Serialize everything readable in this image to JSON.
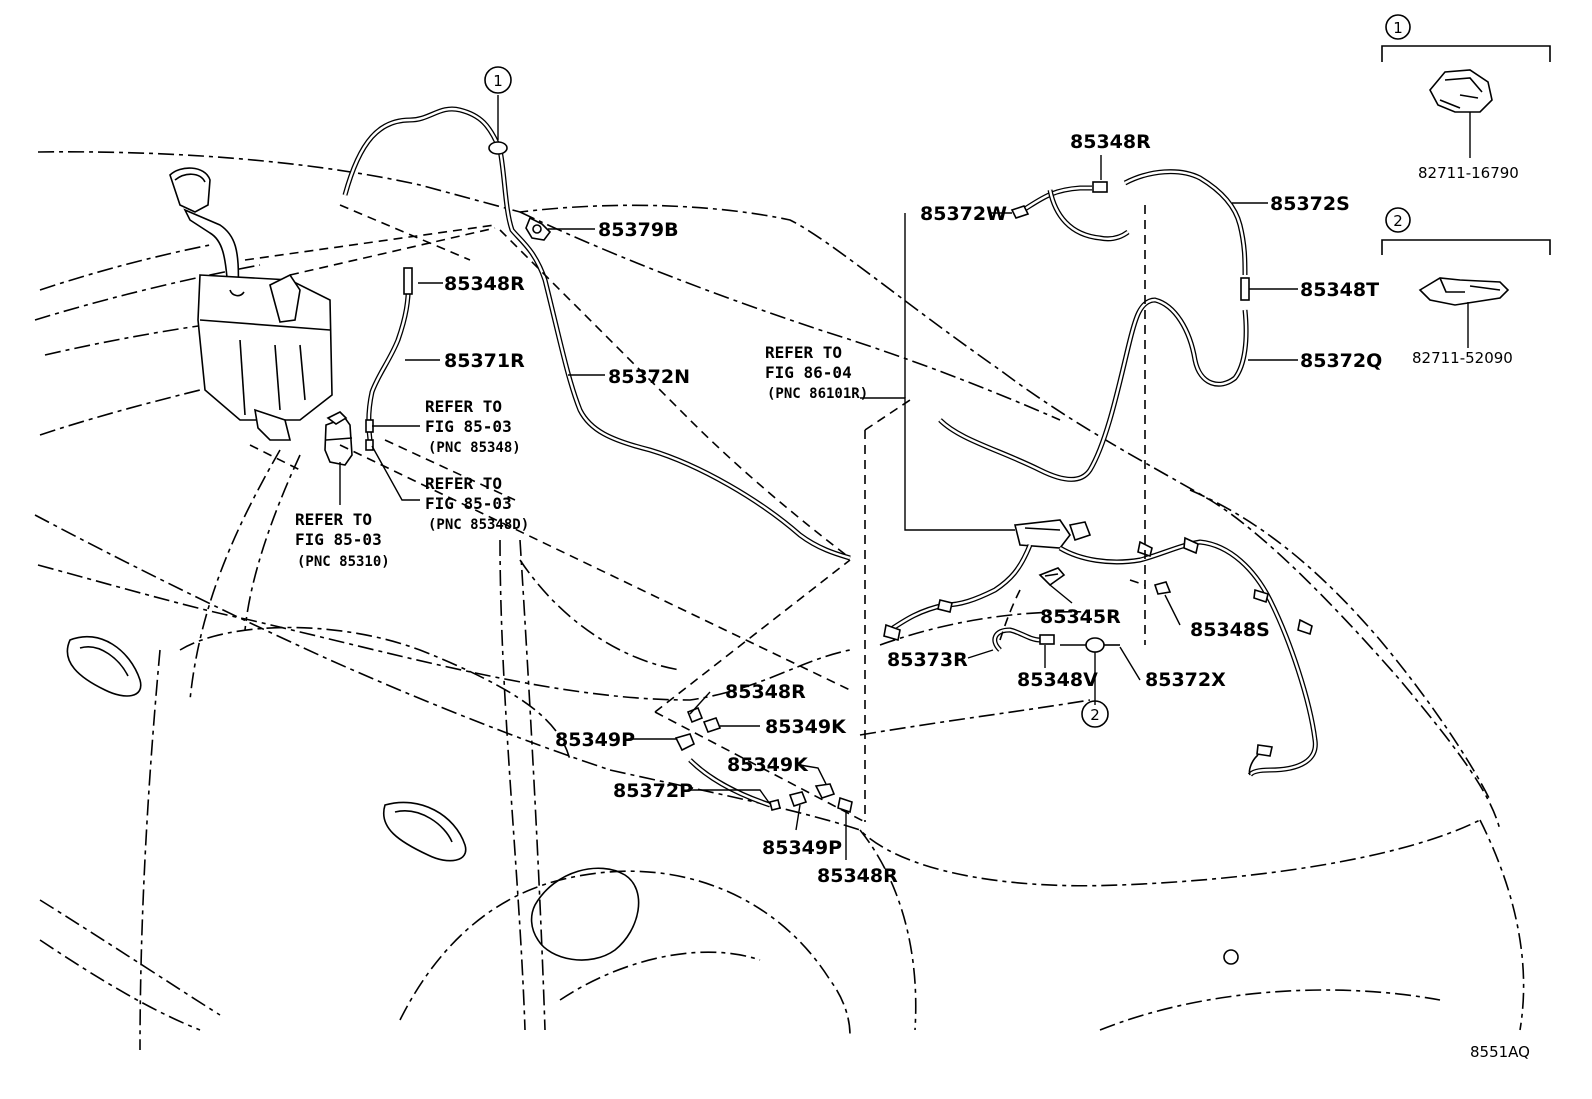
{
  "labels": {
    "p85348R_1": "85348R",
    "p85371R": "85371R",
    "p85372N": "85372N",
    "p85379B": "85379B",
    "p85348R_2": "85348R",
    "p85372W": "85372W",
    "p85372S": "85372S",
    "p85348T": "85348T",
    "p85372Q": "85372Q",
    "p85345R": "85345R",
    "p85348S": "85348S",
    "p85373R": "85373R",
    "p85348V": "85348V",
    "p85372X": "85372X",
    "p85348R_3": "85348R",
    "p85349K_1": "85349K",
    "p85349P_1": "85349P",
    "p85349K_2": "85349K",
    "p85372P": "85372P",
    "p85349P_2": "85349P",
    "p85348R_4": "85348R",
    "p82711_16790": "82711-16790",
    "p82711_52090": "82711-52090"
  },
  "refs": {
    "r1": {
      "line1": "REFER TO",
      "line2": "FIG 85-03",
      "line3": "(PNC 85348)"
    },
    "r2": {
      "line1": "REFER TO",
      "line2": "FIG 85-03",
      "line3": "(PNC 85348D)"
    },
    "r3": {
      "line1": "REFER TO",
      "line2": "FIG 85-03",
      "line3": "(PNC 85310)"
    },
    "r4": {
      "line1": "REFER TO",
      "line2": "FIG 86-04",
      "line3": "(PNC 86101R)"
    }
  },
  "callouts": {
    "c1": "1",
    "c2": "2"
  },
  "legend": {
    "one": "1",
    "two": "2"
  },
  "figure_code": "8551AQ"
}
